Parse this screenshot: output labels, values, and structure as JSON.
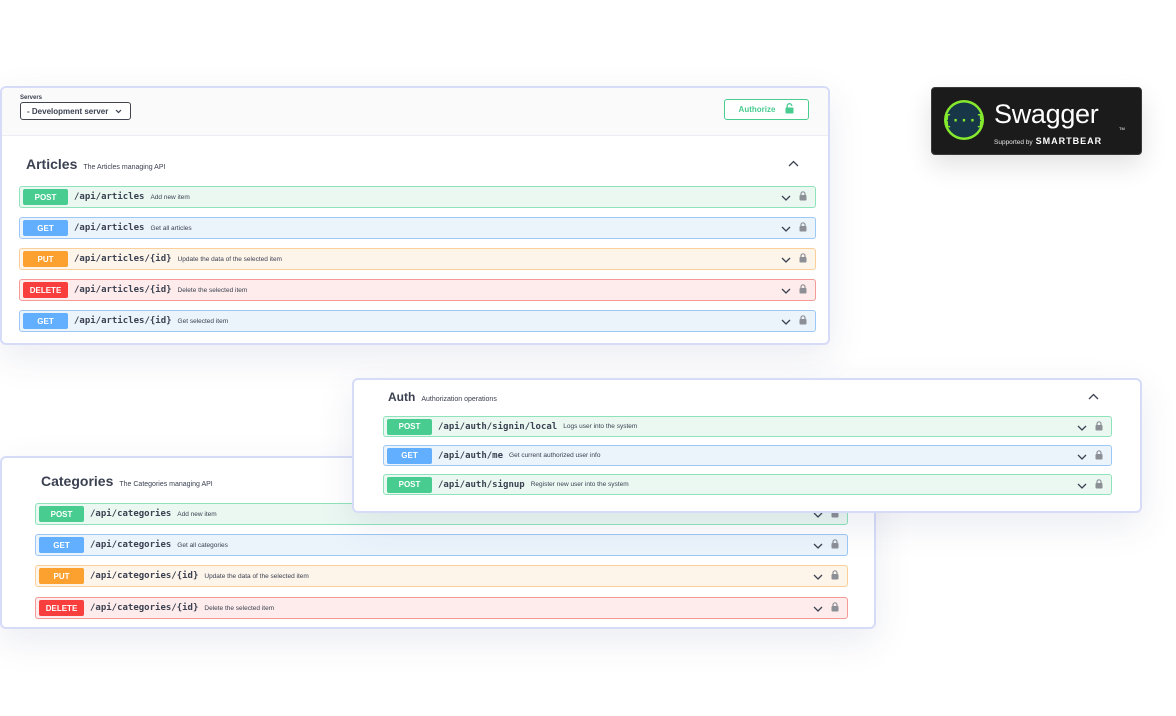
{
  "servers": {
    "label": "Servers",
    "selected": "- Development server",
    "authorize_label": "Authorize"
  },
  "articles": {
    "title": "Articles",
    "description": "The Articles managing API",
    "operations": [
      {
        "method": "POST",
        "path": "/api/articles",
        "summary": "Add new item"
      },
      {
        "method": "GET",
        "path": "/api/articles",
        "summary": "Get all articles"
      },
      {
        "method": "PUT",
        "path": "/api/articles/{id}",
        "summary": "Update the data of the selected item"
      },
      {
        "method": "DELETE",
        "path": "/api/articles/{id}",
        "summary": "Delete the selected item"
      },
      {
        "method": "GET",
        "path": "/api/articles/{id}",
        "summary": "Get selected item"
      }
    ]
  },
  "auth": {
    "title": "Auth",
    "description": "Authorization operations",
    "operations": [
      {
        "method": "POST",
        "path": "/api/auth/signin/local",
        "summary": "Logs user into the system"
      },
      {
        "method": "GET",
        "path": "/api/auth/me",
        "summary": "Get current authorized user info"
      },
      {
        "method": "POST",
        "path": "/api/auth/signup",
        "summary": "Register new user into the system"
      }
    ]
  },
  "categories": {
    "title": "Categories",
    "description": "The Categories managing API",
    "operations": [
      {
        "method": "POST",
        "path": "/api/categories",
        "summary": "Add new item"
      },
      {
        "method": "GET",
        "path": "/api/categories",
        "summary": "Get all categories"
      },
      {
        "method": "PUT",
        "path": "/api/categories/{id}",
        "summary": "Update the data of the selected item"
      },
      {
        "method": "DELETE",
        "path": "/api/categories/{id}",
        "summary": "Delete the selected item"
      }
    ]
  },
  "logo": {
    "word": "Swagger",
    "tm": "TM",
    "supported_by": "Supported by",
    "brand": "SMARTBEAR"
  },
  "colors": {
    "post": "#49cc90",
    "get": "#61affe",
    "put": "#fca130",
    "delete": "#f93e3e"
  },
  "icons": {
    "expand": "chevron-down-icon",
    "collapse": "chevron-up-icon",
    "lock": "lock-icon"
  }
}
